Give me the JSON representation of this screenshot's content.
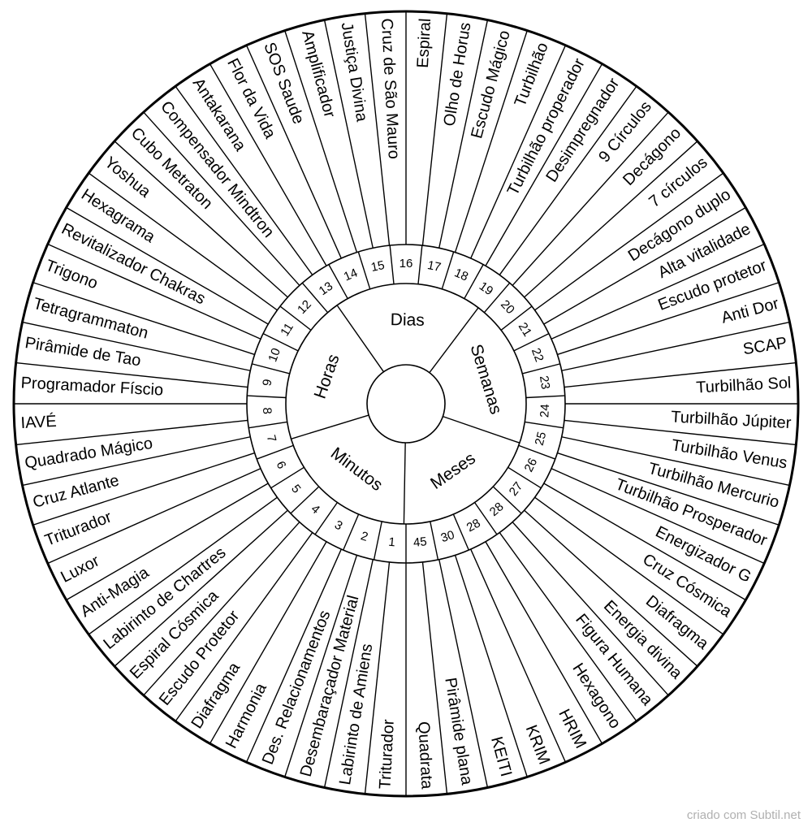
{
  "chart_data": {
    "type": "radial-pendulum-chart",
    "outer_labels": [
      "Espiral",
      "Olho de Horus",
      "Escudo Mágico",
      "Turbilhão",
      "Turbilhão properador",
      "Desimpregnador",
      "9 Círculos",
      "Decágono",
      "7 círculos",
      "Decágono duplo",
      "Alta vitalidade",
      "Escudo protetor",
      "Anti Dor",
      "SCAP",
      "Turbilhão Sol",
      "Turbilhão Júpiter",
      "Turbilhão Venus",
      "Turbilhão Mercurio",
      "Turbilhão Prosperador",
      "Energizador G",
      "Cruz Cósmica",
      "Diafragma",
      "Energia divina",
      "Figura Humana",
      "Hexagono",
      "HRIM",
      "KRIM",
      "KEITI",
      "Pirâmide plana",
      "Quadrata",
      "Triturador",
      "Labirinto de Amiens",
      "Desembaraçador Material",
      "Des. Relacionamentos",
      "Harmonia",
      "Diafragma",
      "Escudo Protetor",
      "Espiral Cósmica",
      "Labirinto de Chartres",
      "Anti-Magia",
      "Luxor",
      "Triturador",
      "Cruz Atlante",
      "Quadrado Mágico",
      "IAVÉ",
      "Programador Físcio",
      "Pirâmide de Tao",
      "Tetragrammaton",
      "Trigono",
      "Revitalizador Chakras",
      "Hexagrama",
      "Yoshua",
      "Cubo Metraton",
      "Compensador Mindtron",
      "Antakarana",
      "Flor da Vida",
      "SOS Saude",
      "Amplificador",
      "Justiça Divina",
      "Cruz de São Mauro"
    ],
    "number_labels": [
      "16",
      "17",
      "18",
      "19",
      "20",
      "21",
      "22",
      "23",
      "24",
      "25",
      "26",
      "27",
      "28",
      "28",
      "30",
      "45",
      "1",
      "2",
      "3",
      "4",
      "5",
      "6",
      "7",
      "8",
      "9",
      "10",
      "11",
      "12",
      "13",
      "14",
      "15"
    ],
    "categories": [
      "Dias",
      "Semanas",
      "Meses",
      "Minutos",
      "Horas"
    ]
  },
  "footer": {
    "credit": "criado com Subtil.net"
  }
}
